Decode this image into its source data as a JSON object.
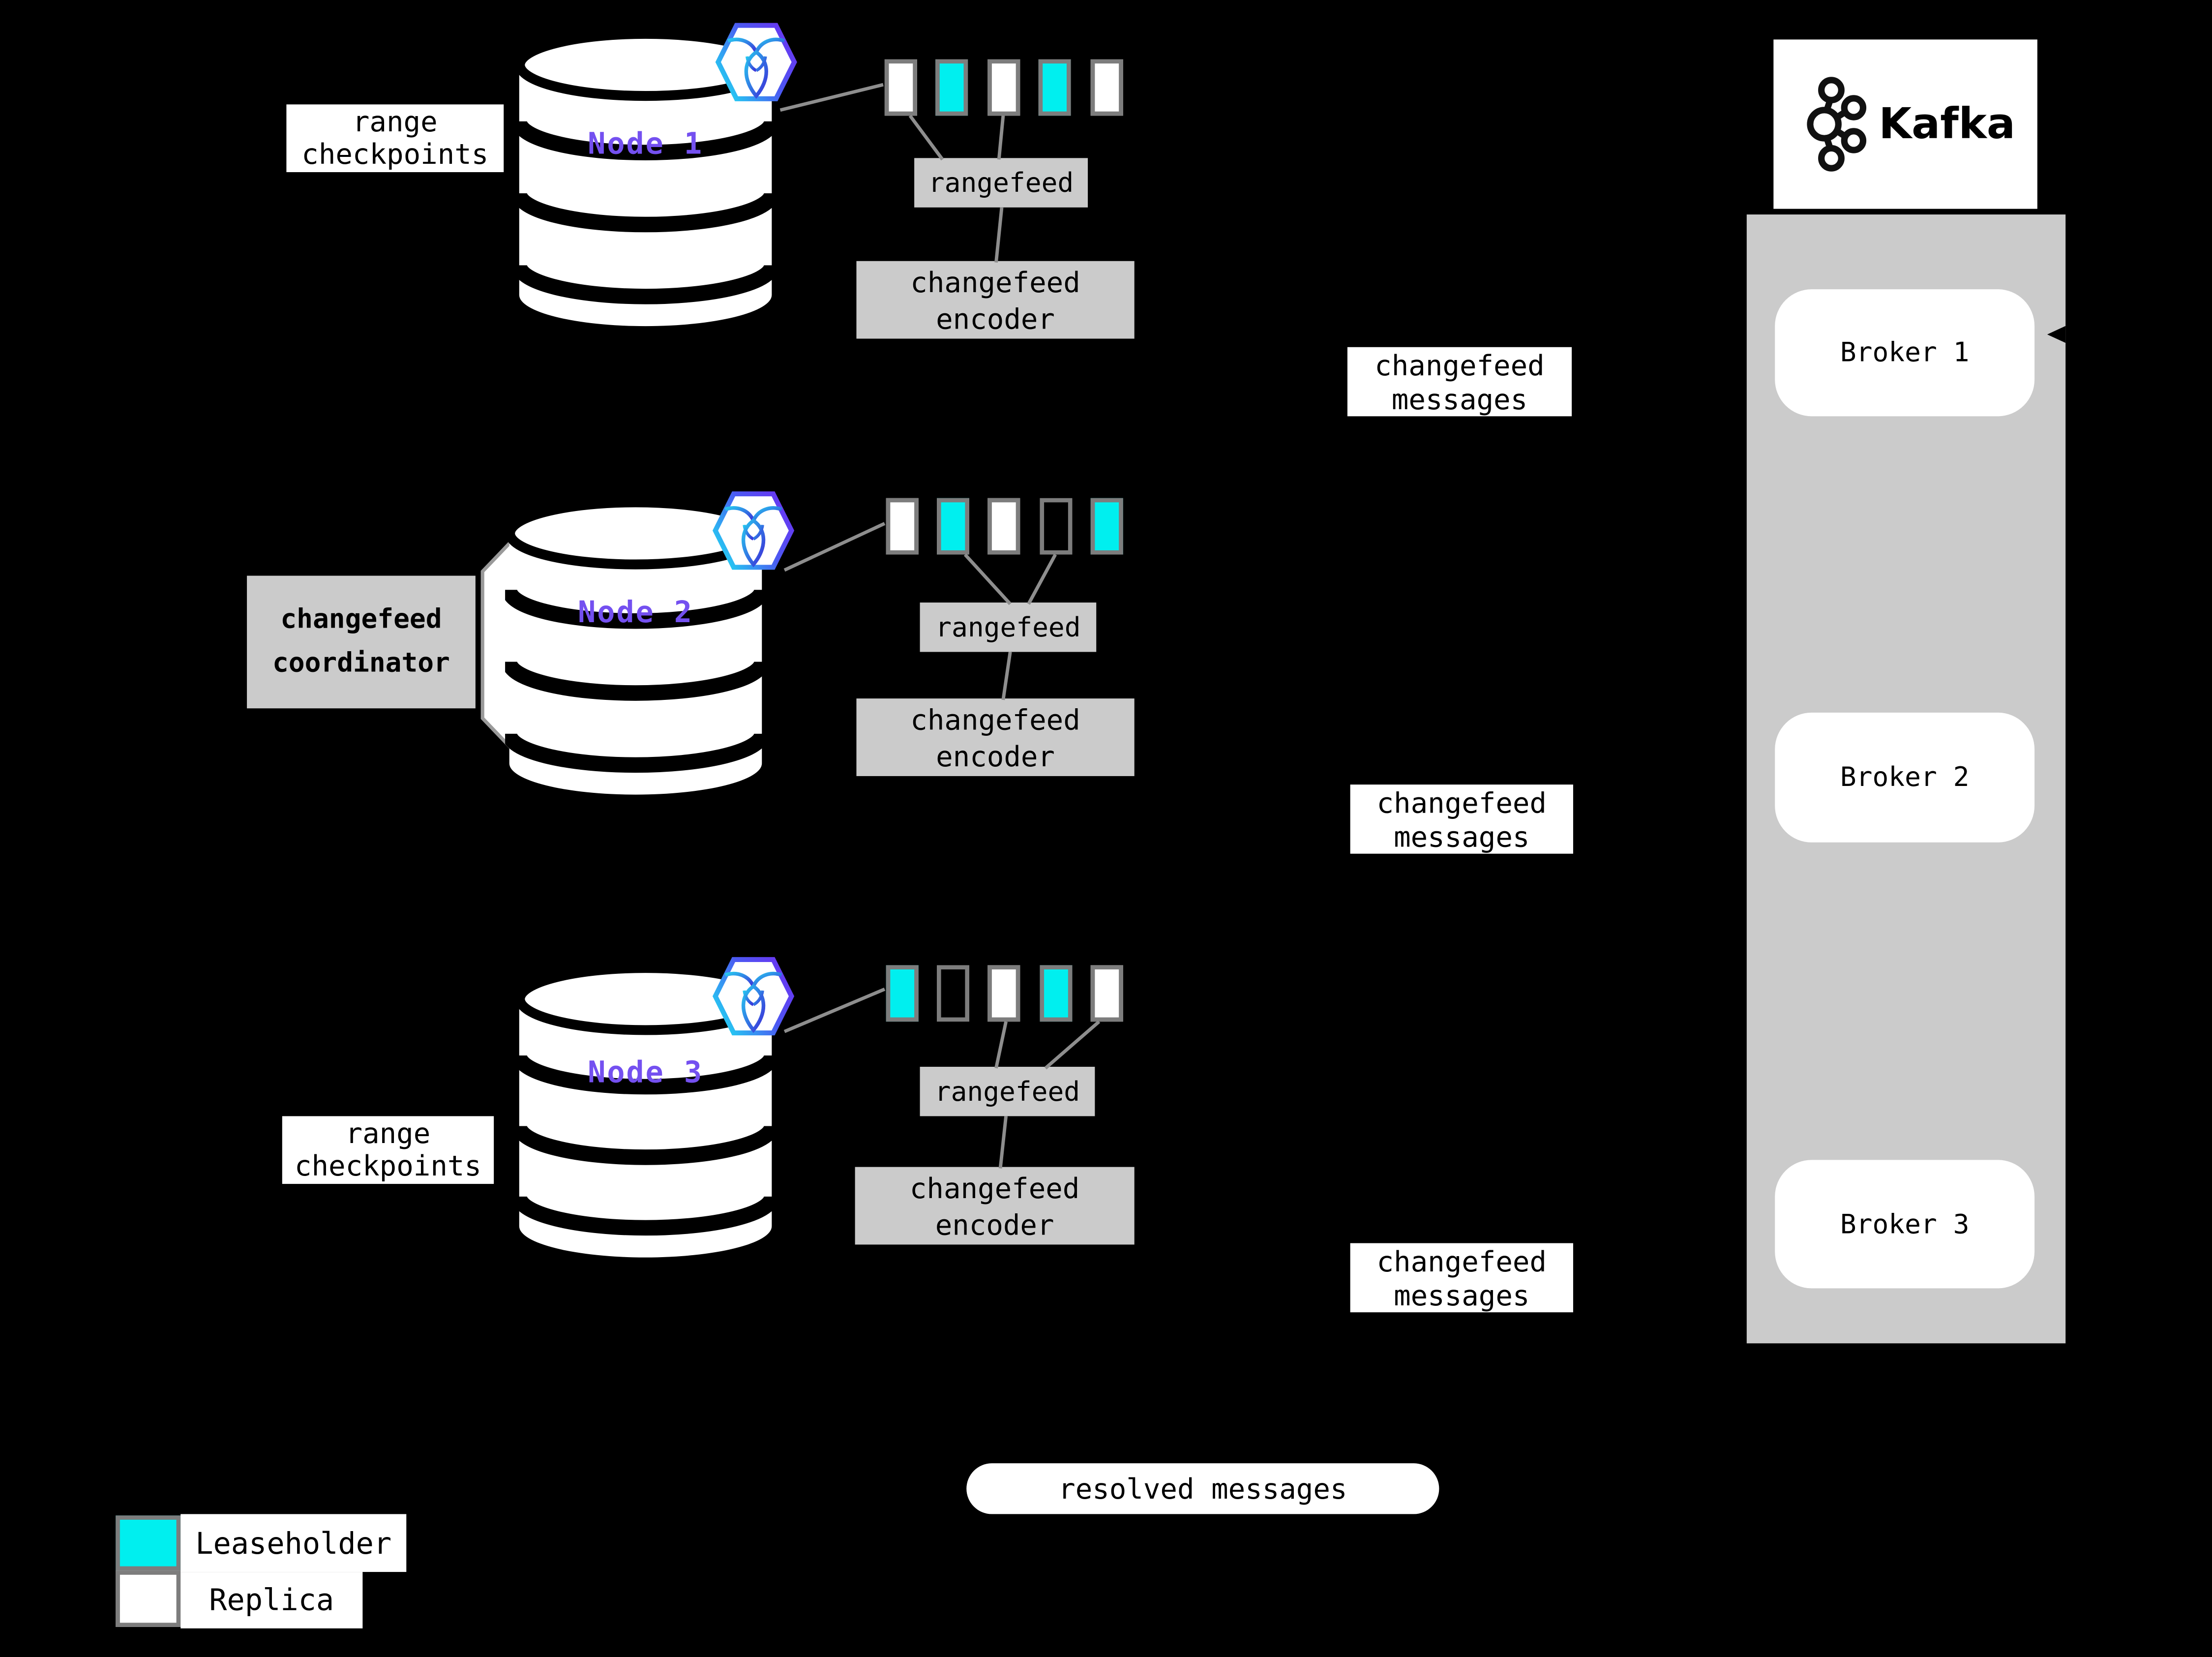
{
  "colors": {
    "background": "#000000",
    "leaseholder": "#00efef",
    "replica": "#ffffff",
    "panel_gray": "#cbcbcb",
    "node_label_purple": "#7450f0",
    "connector_gray": "#8e8e8e",
    "range_border_gray": "#7d7d7d"
  },
  "nodes": [
    {
      "label": "Node 1",
      "range_checkpoints_label": "range\ncheckpoints",
      "rangefeed_label": "rangefeed",
      "encoder_label": "changefeed\nencoder",
      "ranges": [
        "replica",
        "leaseholder",
        "replica",
        "leaseholder",
        "replica"
      ]
    },
    {
      "label": "Node 2",
      "coordinator_label": "changefeed\ncoordinator",
      "rangefeed_label": "rangefeed",
      "encoder_label": "changefeed\nencoder",
      "ranges": [
        "replica",
        "leaseholder",
        "replica",
        "empty",
        "leaseholder"
      ]
    },
    {
      "label": "Node 3",
      "range_checkpoints_label": "range\ncheckpoints",
      "rangefeed_label": "rangefeed",
      "encoder_label": "changefeed\nencoder",
      "ranges": [
        "leaseholder",
        "empty",
        "replica",
        "leaseholder",
        "replica"
      ]
    }
  ],
  "messages": [
    "changefeed\nmessages",
    "changefeed\nmessages",
    "changefeed\nmessages"
  ],
  "kafka": {
    "title": "Kafka",
    "brokers": [
      "Broker 1",
      "Broker 2",
      "Broker 3"
    ]
  },
  "resolved_label": "resolved messages",
  "legend": [
    {
      "kind": "leaseholder",
      "label": "Leaseholder"
    },
    {
      "kind": "replica",
      "label": "Replica"
    }
  ]
}
